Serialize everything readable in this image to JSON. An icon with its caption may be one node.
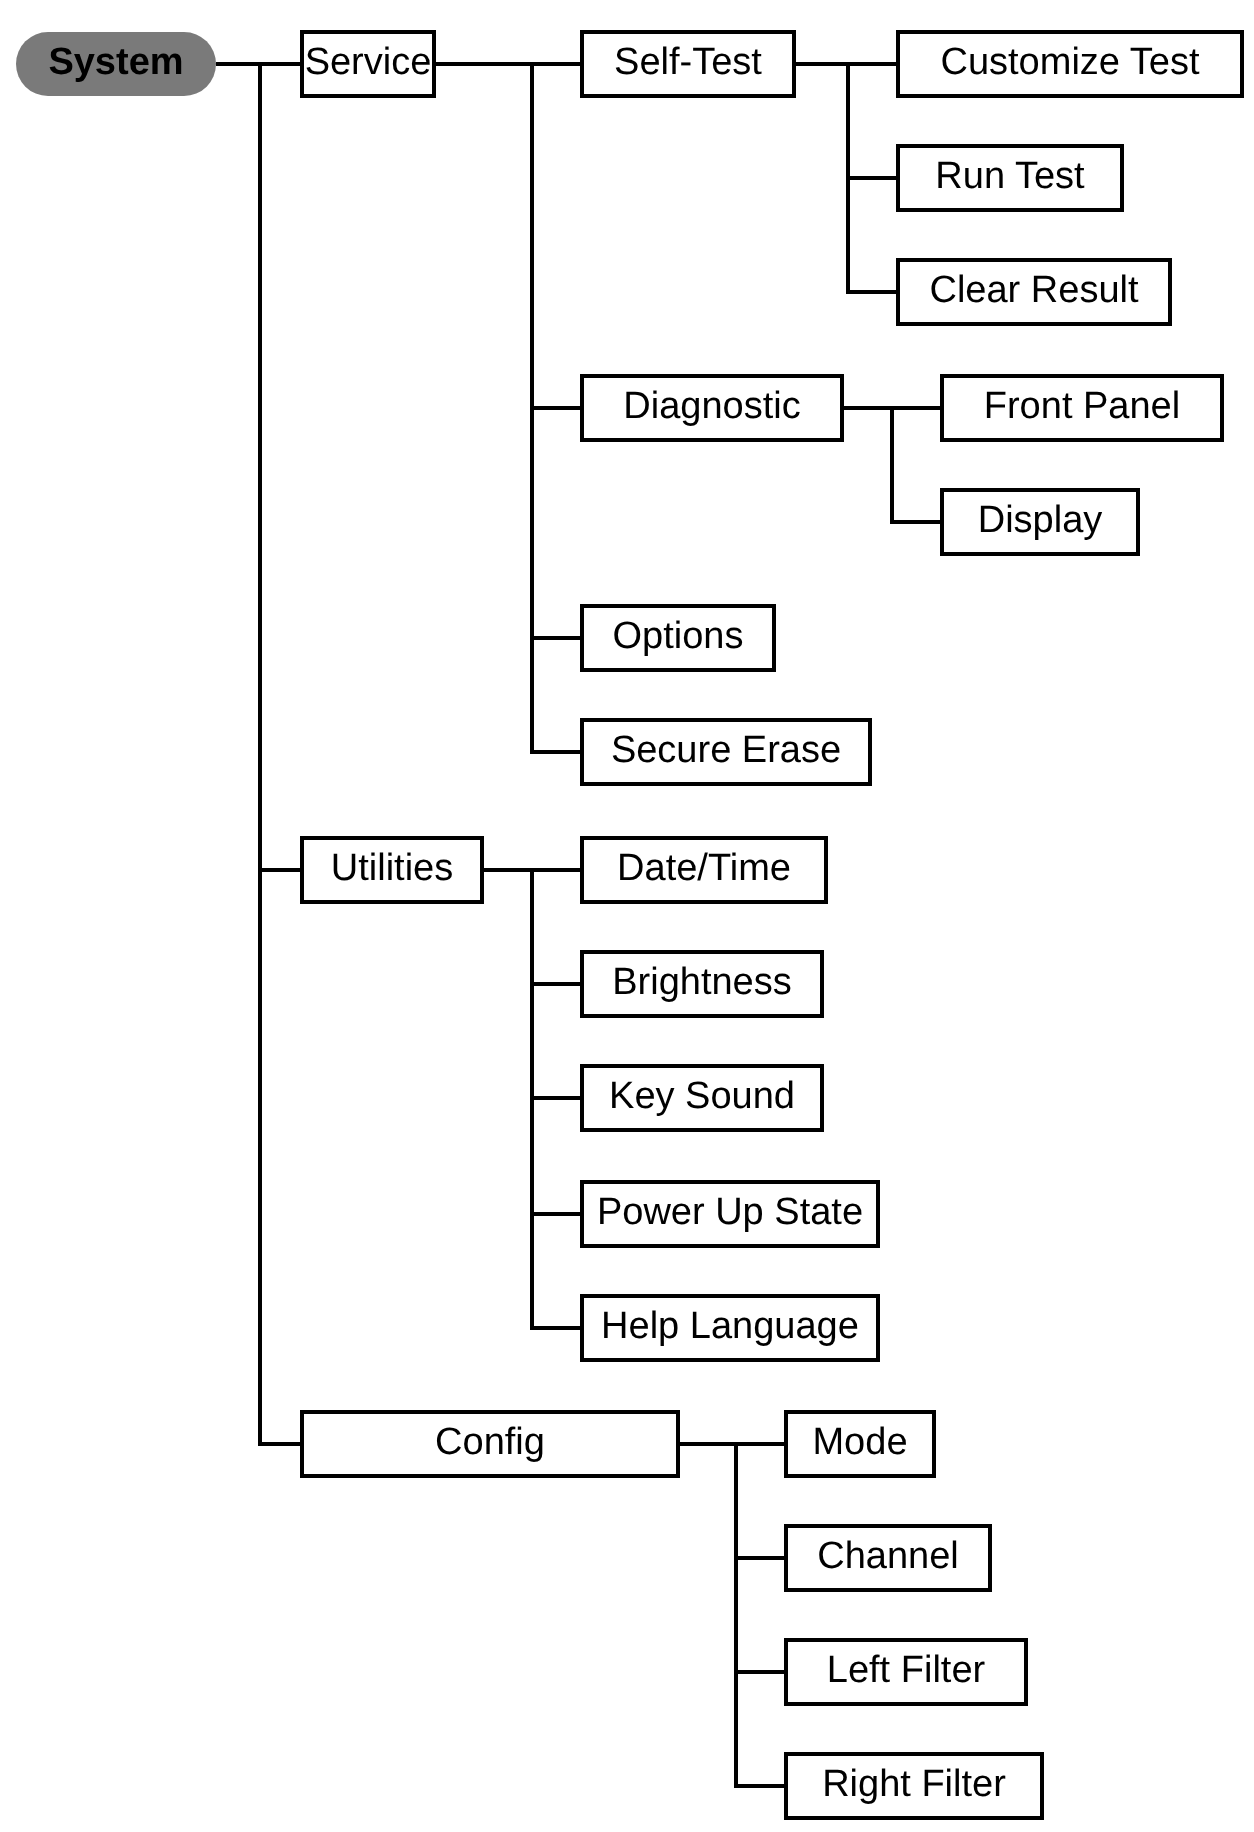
{
  "diagram": {
    "nodes": [
      {
        "text": [
          "System"
        ]
      },
      {
        "text": [
          "Service"
        ]
      },
      {
        "text": [
          "Self-Test"
        ]
      },
      {
        "text": [
          "Customize Test"
        ]
      },
      {
        "text": [
          "Run Test"
        ]
      },
      {
        "text": [
          "Clear Result"
        ]
      },
      {
        "text": [
          "Diagnostic"
        ]
      },
      {
        "text": [
          "Front Panel"
        ]
      },
      {
        "text": [
          "Display"
        ]
      },
      {
        "text": [
          "Options"
        ]
      },
      {
        "text": [
          "Secure Erase"
        ]
      },
      {
        "text": [
          "Utilities"
        ]
      },
      {
        "text": [
          "Date/Time"
        ]
      },
      {
        "text": [
          "Brightness"
        ]
      },
      {
        "text": [
          "Key Sound"
        ]
      },
      {
        "text": [
          "Power Up State"
        ]
      },
      {
        "text": [
          "Help Language"
        ]
      },
      {
        "text": [
          "Config"
        ]
      },
      {
        "text": [
          "Mode"
        ]
      },
      {
        "text": [
          "Channel"
        ]
      },
      {
        "text": [
          "Left Filter"
        ]
      },
      {
        "text": [
          "Right Filter"
        ]
      }
    ],
    "edges": [
      {
        "from": 0,
        "to": 1,
        "arrow": "none"
      },
      {
        "from": 1,
        "to": 2,
        "arrow": "none"
      },
      {
        "from": 2,
        "to": 3,
        "arrow": "none"
      },
      {
        "from": 2,
        "to": 4,
        "arrow": "none"
      },
      {
        "from": 2,
        "to": 5,
        "arrow": "none"
      },
      {
        "from": 1,
        "to": 6,
        "arrow": "none"
      },
      {
        "from": 6,
        "to": 7,
        "arrow": "none"
      },
      {
        "from": 6,
        "to": 8,
        "arrow": "none"
      },
      {
        "from": 1,
        "to": 9,
        "arrow": "none"
      },
      {
        "from": 1,
        "to": 10,
        "arrow": "none"
      },
      {
        "from": 0,
        "to": 11,
        "arrow": "none"
      },
      {
        "from": 11,
        "to": 12,
        "arrow": "none"
      },
      {
        "from": 11,
        "to": 13,
        "arrow": "none"
      },
      {
        "from": 11,
        "to": 14,
        "arrow": "none"
      },
      {
        "from": 11,
        "to": 15,
        "arrow": "none"
      },
      {
        "from": 11,
        "to": 16,
        "arrow": "none"
      },
      {
        "from": 0,
        "to": 17,
        "arrow": "none"
      },
      {
        "from": 17,
        "to": 18,
        "arrow": "none"
      },
      {
        "from": 17,
        "to": 19,
        "arrow": "none"
      },
      {
        "from": 17,
        "to": 20,
        "arrow": "none"
      },
      {
        "from": 17,
        "to": 21,
        "arrow": "none"
      }
    ]
  }
}
